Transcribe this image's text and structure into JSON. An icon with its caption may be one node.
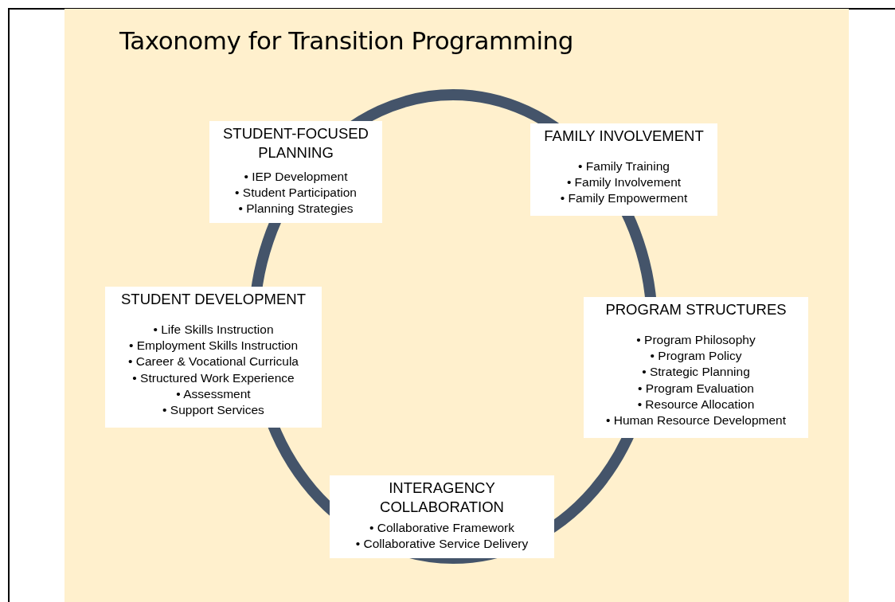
{
  "diagram": {
    "title": "Taxonomy for Transition Programming",
    "nodes": [
      {
        "text": [
          "STUDENT-FOCUSED PLANNING",
          "• IEP Development",
          "• Student Participation",
          "• Planning Strategies"
        ]
      },
      {
        "text": [
          "FAMILY INVOLVEMENT",
          "• Family Training",
          "• Family Involvement",
          "• Family Empowerment"
        ]
      },
      {
        "text": [
          "STUDENT DEVELOPMENT",
          "• Life Skills Instruction",
          "• Employment Skills Instruction",
          "• Career & Vocational Curricula",
          "• Structured Work Experience",
          "• Assessment",
          "• Support Services"
        ]
      },
      {
        "text": [
          "PROGRAM STRUCTURES",
          "• Program Philosophy",
          "• Program Policy",
          "• Strategic Planning",
          "• Program Evaluation",
          "• Resource Allocation",
          "• Human Resource Development"
        ]
      },
      {
        "text": [
          "INTERAGENCY COLLABORATION",
          "• Collaborative Framework",
          "• Collaborative Service Delivery"
        ]
      }
    ]
  }
}
